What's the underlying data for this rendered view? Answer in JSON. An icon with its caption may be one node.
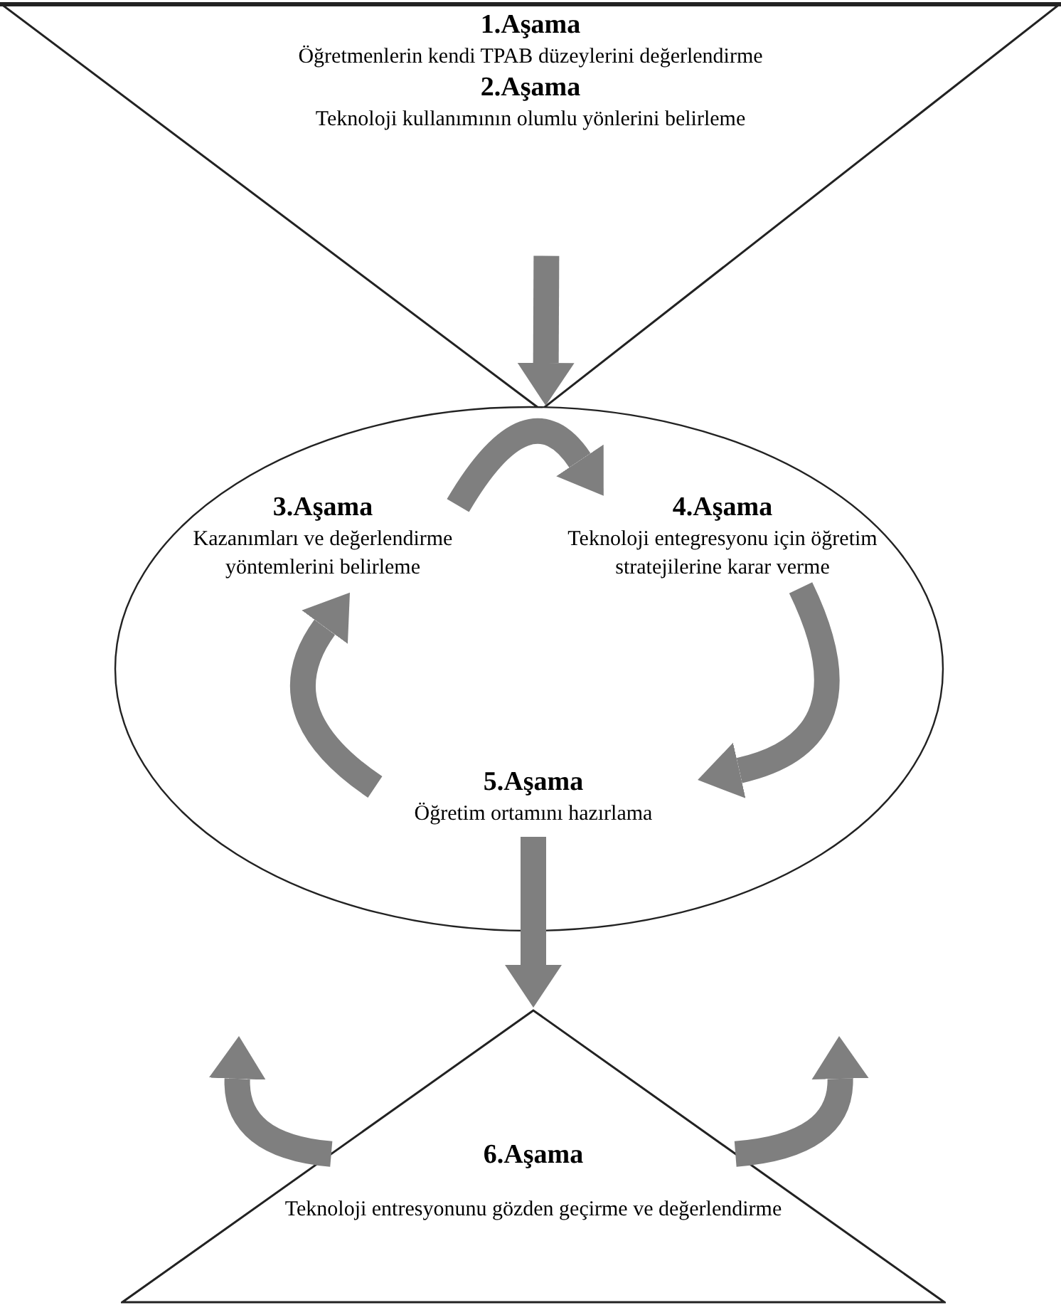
{
  "diagram": {
    "nodes": [
      {
        "text": [
          "1.Aşama",
          "Öğretmenlerin kendi TPAB düzeylerini değerlendirme",
          "2.Aşama",
          "Teknoloji kullanımının olumlu yönlerini belirleme"
        ]
      },
      {
        "text": [],
        "shape": "ellipse"
      },
      {
        "text": [
          "3.Aşama",
          "Kazanımları ve değerlendirme yöntemlerini belirleme"
        ],
        "in": 1
      },
      {
        "text": [
          "4.Aşama",
          "Teknoloji entegresyonu için öğretim stratejilerine karar verme"
        ],
        "in": 1
      },
      {
        "text": [
          "5.Aşama",
          "Öğretim ortamını hazırlama"
        ],
        "in": 1
      },
      {
        "text": [
          "6.Aşama",
          "Teknoloji entresyonunu gözden geçirme ve değerlendirme"
        ]
      }
    ],
    "edges": [
      {
        "from": 0,
        "to": 1,
        "arrow": "to"
      },
      {
        "from": 2,
        "to": 3,
        "arrow": "to"
      },
      {
        "from": 3,
        "to": 4,
        "arrow": "to"
      },
      {
        "from": 4,
        "to": 2,
        "arrow": "to"
      },
      {
        "from": 4,
        "to": 5,
        "arrow": "to"
      },
      {
        "from": 5,
        "to": null,
        "arrow": "to"
      },
      {
        "from": 5,
        "to": null,
        "arrow": "to"
      }
    ]
  }
}
